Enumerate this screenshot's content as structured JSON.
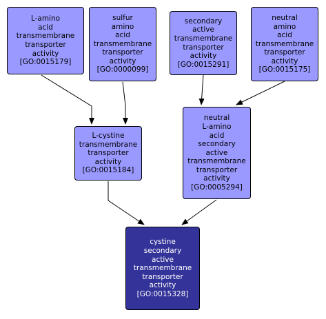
{
  "colors": {
    "node_fill": "#9999ff",
    "focus_fill": "#333399",
    "focus_text": "#ffffff",
    "text": "#000000",
    "edge": "#000000"
  },
  "nodes": [
    {
      "id": "GO:0015179",
      "lines": [
        "L-amino",
        "acid",
        "transmembrane",
        "transporter",
        "activity",
        "[GO:0015179]"
      ],
      "style": "normal"
    },
    {
      "id": "GO:0000099",
      "lines": [
        "sulfur",
        "amino",
        "acid",
        "transmembrane",
        "transporter",
        "activity",
        "[GO:0000099]"
      ],
      "style": "normal"
    },
    {
      "id": "GO:0015291",
      "lines": [
        "secondary",
        "active",
        "transmembrane",
        "transporter",
        "activity",
        "[GO:0015291]"
      ],
      "style": "normal"
    },
    {
      "id": "GO:0015175",
      "lines": [
        "neutral",
        "amino",
        "acid",
        "transmembrane",
        "transporter",
        "activity",
        "[GO:0015175]"
      ],
      "style": "normal"
    },
    {
      "id": "GO:0015184",
      "lines": [
        "L-cystine",
        "transmembrane",
        "transporter",
        "activity",
        "[GO:0015184]"
      ],
      "style": "normal"
    },
    {
      "id": "GO:0005294",
      "lines": [
        "neutral",
        "L-amino",
        "acid",
        "secondary",
        "active",
        "transmembrane",
        "transporter",
        "activity",
        "[GO:0005294]"
      ],
      "style": "normal"
    },
    {
      "id": "GO:0015328",
      "lines": [
        "cystine",
        "secondary",
        "active",
        "transmembrane",
        "transporter",
        "activity",
        "[GO:0015328]"
      ],
      "style": "focus"
    }
  ],
  "edges": [
    {
      "from": "GO:0015179",
      "to": "GO:0015184"
    },
    {
      "from": "GO:0000099",
      "to": "GO:0015184"
    },
    {
      "from": "GO:0015291",
      "to": "GO:0005294"
    },
    {
      "from": "GO:0015175",
      "to": "GO:0005294"
    },
    {
      "from": "GO:0015184",
      "to": "GO:0015328"
    },
    {
      "from": "GO:0005294",
      "to": "GO:0015328"
    }
  ]
}
